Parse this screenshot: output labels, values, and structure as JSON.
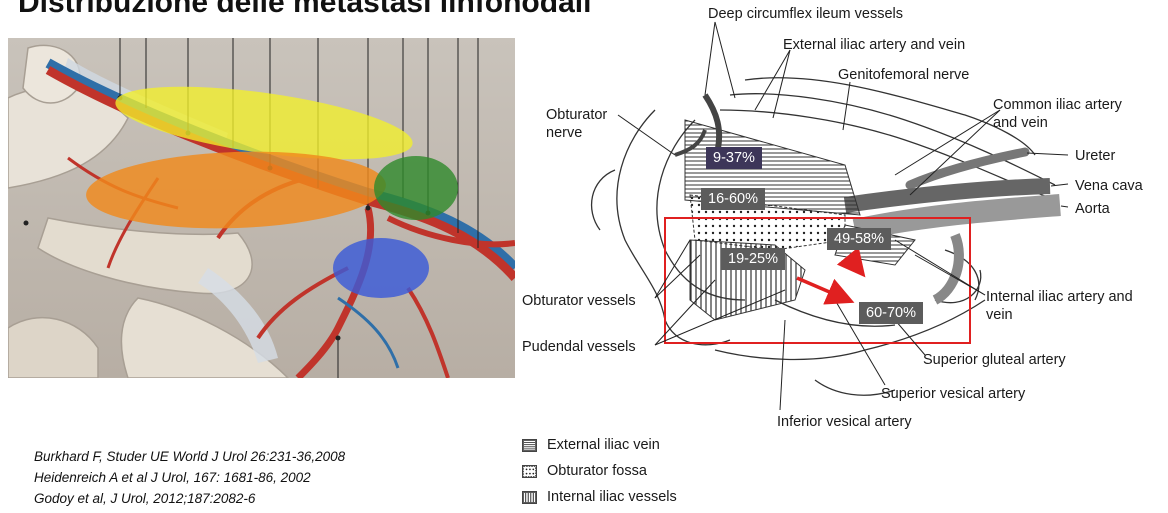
{
  "slide": {
    "title": "Distribuzione delle metastasi linfonodali"
  },
  "references": [
    "Burkhard F, Studer UE World J Urol 26:231-36,2008",
    "Heidenreich A et al J Urol, 167: 1681-86, 2002",
    "Godoy et al, J Urol, 2012;187:2082-6"
  ],
  "diagram": {
    "labels": {
      "deep_circumflex": "Deep circumflex ileum vessels",
      "external_iliac": "External iliac artery and vein",
      "genitofemoral": "Genitofemoral nerve",
      "common_iliac": "Common iliac artery and vein",
      "obturator_nerve": "Obturator nerve",
      "ureter": "Ureter",
      "vena_cava": "Vena cava",
      "aorta": "Aorta",
      "obturator_vessels": "Obturator vessels",
      "internal_iliac": "Internal iliac artery and vein",
      "pudendal": "Pudendal vessels",
      "superior_gluteal": "Superior gluteal artery",
      "superior_vesical": "Superior vesical artery",
      "inferior_vesical": "Inferior vesical artery"
    },
    "percentages": {
      "p1": "9-37%",
      "p2": "16-60%",
      "p3": "49-58%",
      "p4": "19-25%",
      "p5": "60-70%"
    }
  },
  "legend": [
    {
      "label": "External iliac vein",
      "icon": "horizontal-lines-swatch-icon"
    },
    {
      "label": "Obturator fossa",
      "icon": "dotted-swatch-icon"
    },
    {
      "label": "Internal iliac vessels",
      "icon": "vertical-lines-swatch-icon"
    }
  ],
  "colors": {
    "yellow_zone": "#f2ef2a",
    "orange_zone": "#f08a1c",
    "green_zone": "#2e8a2a",
    "blue_zone": "#3a5ad8",
    "highlight_box": "#e02020",
    "arrow": "#e02020"
  }
}
